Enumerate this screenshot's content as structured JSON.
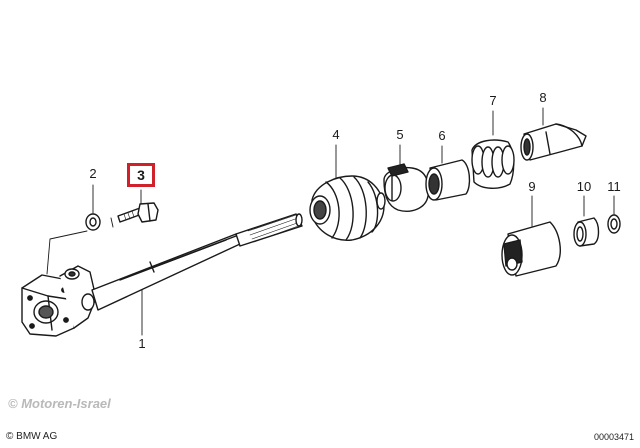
{
  "callouts": {
    "c1": "1",
    "c2": "2",
    "c3": "3",
    "c4": "4",
    "c5": "5",
    "c6": "6",
    "c7": "7",
    "c8": "8",
    "c9": "9",
    "c10": "10",
    "c11": "11"
  },
  "highlight_color": "#d0202a",
  "watermark": "© Motoren-Israel",
  "copyright": "© BMW AG",
  "doc_number": "00003471"
}
